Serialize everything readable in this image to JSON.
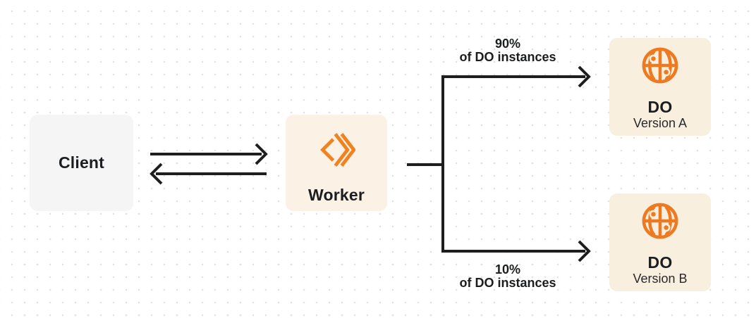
{
  "diagram": {
    "nodes": {
      "client": {
        "label": "Client"
      },
      "worker": {
        "label": "Worker",
        "icon": "workers-icon"
      },
      "do_a": {
        "title": "DO",
        "subtitle": "Version A",
        "icon": "globe-icon"
      },
      "do_b": {
        "title": "DO",
        "subtitle": "Version B",
        "icon": "globe-icon"
      }
    },
    "branches": {
      "a": {
        "percent": "90%",
        "caption": "of DO instances"
      },
      "b": {
        "percent": "10%",
        "caption": "of DO instances"
      }
    },
    "edges": [
      {
        "name": "client-to-worker",
        "direction": "right"
      },
      {
        "name": "worker-to-client",
        "direction": "left"
      },
      {
        "name": "worker-fork",
        "direction": "split"
      },
      {
        "name": "fork-to-do-version-a",
        "direction": "right"
      },
      {
        "name": "fork-to-do-version-b",
        "direction": "right"
      }
    ],
    "colors": {
      "accent_orange_worker": "#F0821F",
      "accent_orange_globe": "#ED7A20",
      "node_cream_worker": "#FBF2E5",
      "node_cream_do": "#F9EFDF",
      "node_gray_client": "#F5F5F6",
      "line_dark": "#1E1E1E",
      "dot_grid": "#E3E2E0",
      "background": "#FFFFFF"
    }
  }
}
